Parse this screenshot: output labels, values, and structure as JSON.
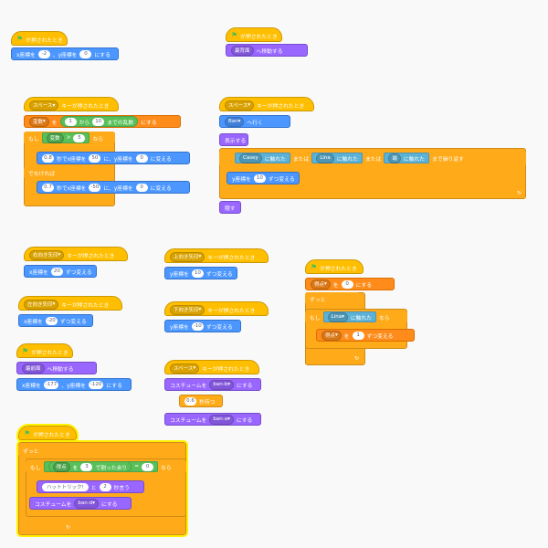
{
  "g1": {
    "hat": "が押されたとき",
    "go1": "x座標を",
    "x": "-2",
    "go2": "、y座標を",
    "y": "0",
    "go3": "にする"
  },
  "g2": {
    "hat": "が押されたとき",
    "bd": "最背面",
    "bd_suffix": "へ移動する"
  },
  "g3": {
    "key": "スペース",
    "hat_suffix": "キーが押されたとき",
    "var": "変数",
    "set1": "を",
    "from": "1",
    "mid": "から",
    "to": "10",
    "set2": "までの乱数",
    "set3": "にする",
    "if": "もし",
    "cond_var": "変数",
    "gt": ">",
    "cond_val": "5",
    "then": "なら",
    "g1_t": "0.8",
    "g1_a": "秒でx座標を",
    "g1_x": "50",
    "g1_b": "に、y座標を",
    "g1_y": "0",
    "g1_c": "に変える",
    "else": "でなければ",
    "g2_t": "0.7",
    "g2_a": "秒でx座標を",
    "g2_x": "-50",
    "g2_b": "に、y座標を",
    "g2_y": "0",
    "g2_c": "に変える"
  },
  "g4": {
    "key": "スペース",
    "hat_suffix": "キーが押されたとき",
    "goto": "Ban",
    "goto_suffix": "へ行く",
    "show": "表示する",
    "s1": "Casey",
    "touch": "に触れた",
    "or": "または",
    "s2": "Lina",
    "s3": "端",
    "repeat": "まで繰り返す",
    "chy": "y座標を",
    "chy_val": "10",
    "chy_suffix": "ずつ変える",
    "hide": "隠す"
  },
  "g5": {
    "key": "右向き矢印",
    "hat_suffix": "キーが押されたとき",
    "a": "x座標を",
    "v": "20",
    "b": "ずつ変える"
  },
  "g6": {
    "key": "左向き矢印",
    "hat_suffix": "キーが押されたとき",
    "a": "x座標を",
    "v": "-20",
    "b": "ずつ変える"
  },
  "g7": {
    "hat": "が押されたとき",
    "bd": "最前面",
    "bd_suffix": "へ移動する",
    "go1": "x座標を",
    "x": "-177",
    "go2": "、y座標を",
    "y": "-120",
    "go3": "にする"
  },
  "g8": {
    "key": "上向き矢印",
    "hat_suffix": "キーが押されたとき",
    "a": "y座標を",
    "v": "10",
    "b": "ずつ変える"
  },
  "g9": {
    "key": "下向き矢印",
    "hat_suffix": "キーが押されたとき",
    "a": "y座標を",
    "v": "-10",
    "b": "ずつ変える"
  },
  "g10": {
    "key": "スペース",
    "hat_suffix": "キーが押されたとき",
    "c1": "コスチュームを",
    "c1_val": "ban-b",
    "c_suffix": "にする",
    "wait_v": "0.6",
    "wait": "秒待つ",
    "c2": "コスチュームを",
    "c2_val": "ban-a"
  },
  "g11": {
    "hat": "が押されたとき",
    "setv": "得点",
    "set1": "を",
    "set_v": "0",
    "set2": "にする",
    "forever": "ずっと",
    "if": "もし",
    "sprite": "Lina",
    "touch": "に触れた",
    "then": "なら",
    "chv": "得点",
    "ch1": "を",
    "ch_v": "1",
    "ch2": "ずつ変える"
  },
  "g12": {
    "hat": "が押されたとき",
    "forever": "ずっと",
    "if": "もし",
    "var": "得点",
    "mod1": "を",
    "mod_v": "3",
    "mod2": "で割った余り",
    "eq": "=",
    "eq_v": "0",
    "then": "なら",
    "say": "ハットトリック!",
    "say2": "と",
    "say_t": "2",
    "say3": "秒言う",
    "cos": "コスチュームを",
    "cos_val": "ban-d",
    "cos_suffix": "にする"
  },
  "colors": {
    "events": "#ffbf00",
    "motion": "#4c97ff",
    "looks": "#9966ff",
    "control": "#ffab19",
    "sensing": "#5cb1d6",
    "variables": "#ff8c1a",
    "operators": "#59c059",
    "highlight": "#fff200"
  }
}
